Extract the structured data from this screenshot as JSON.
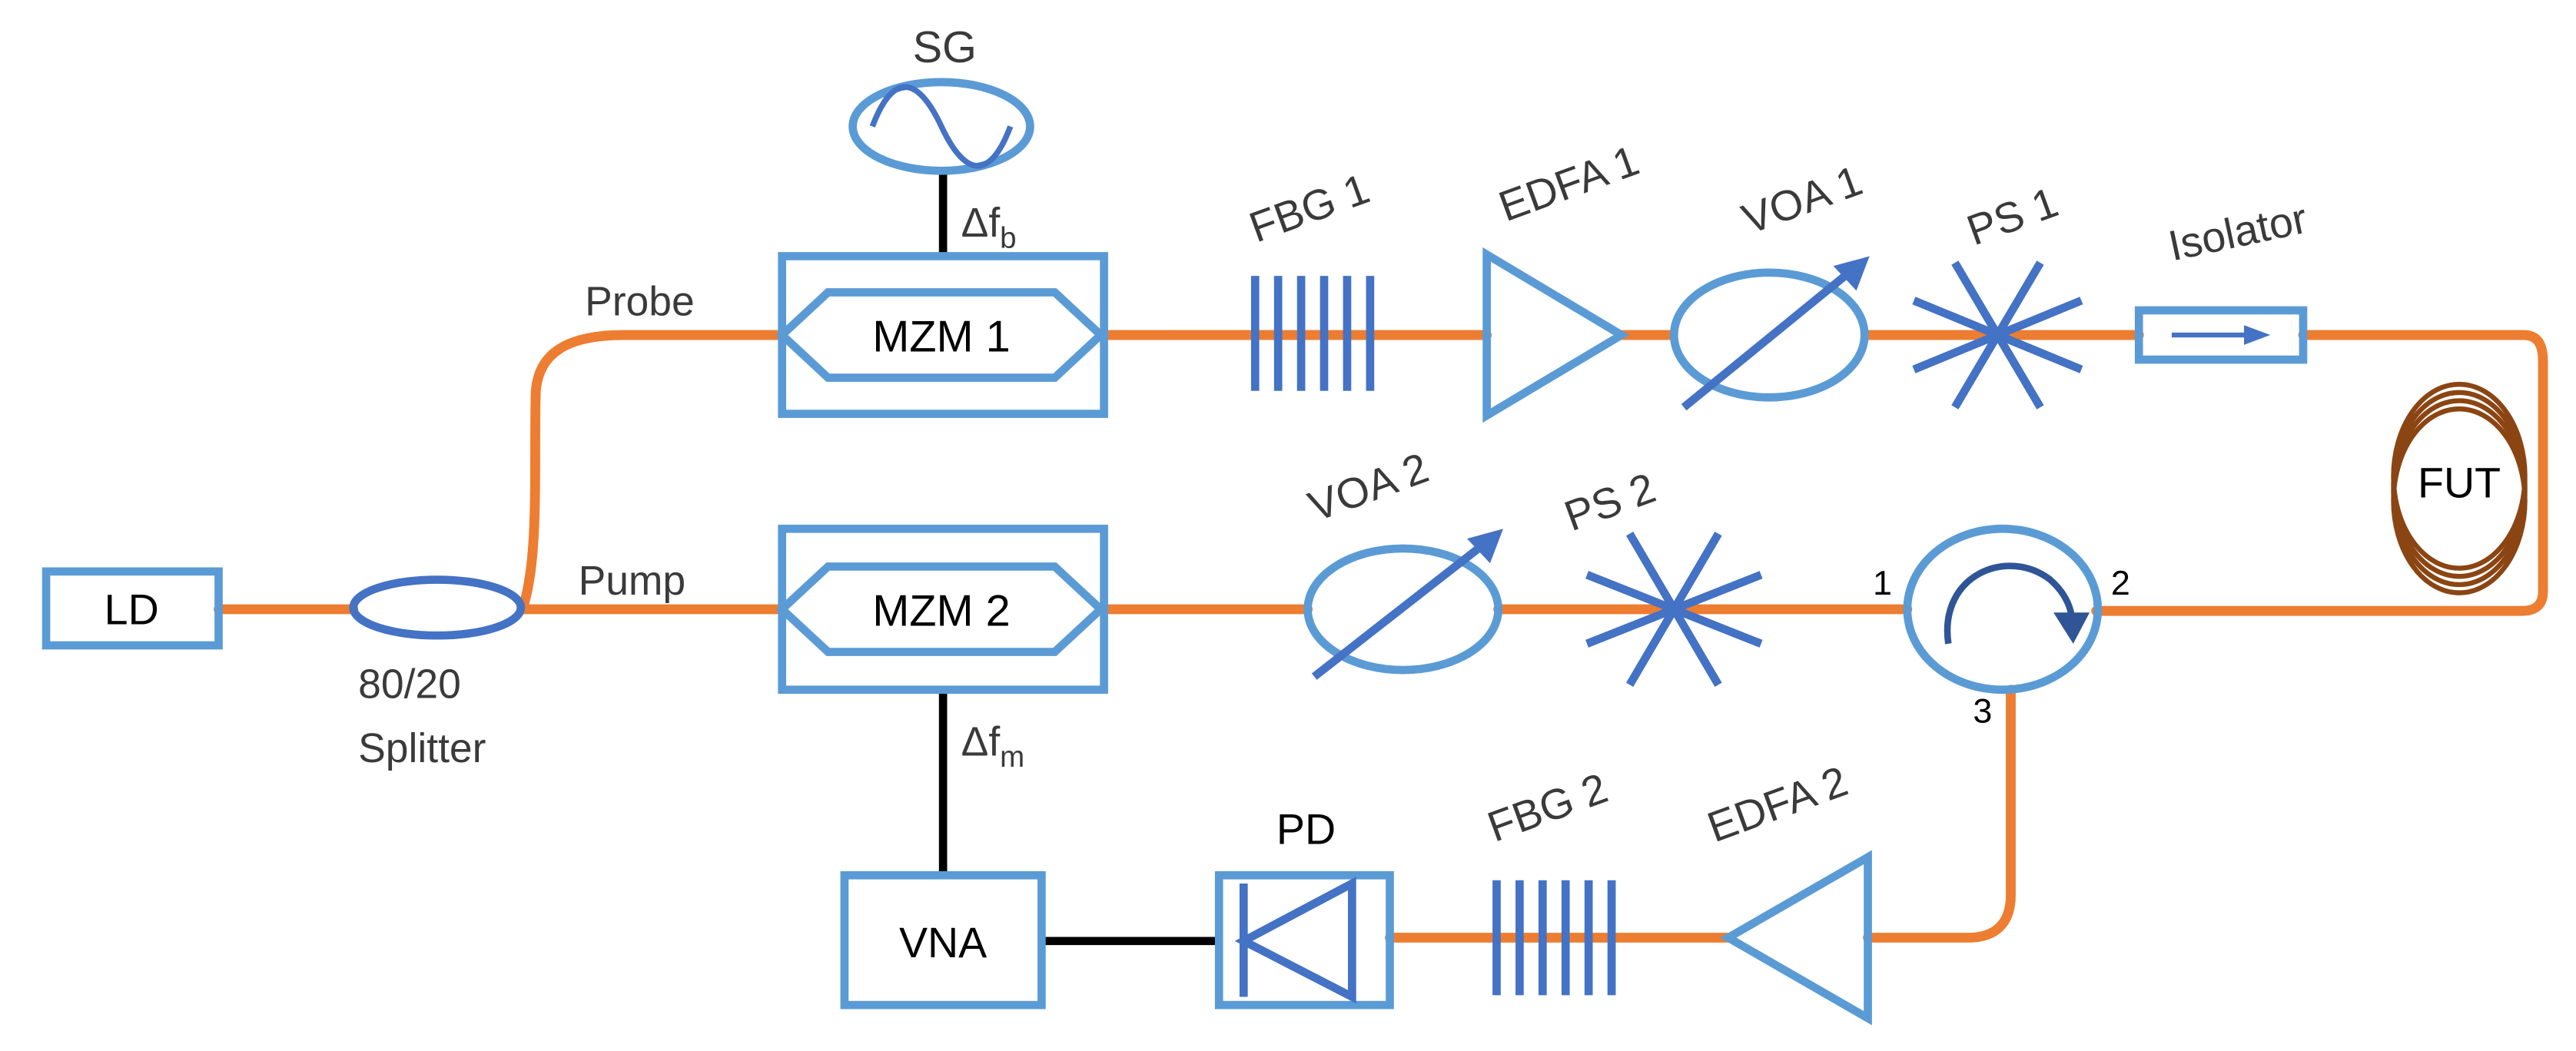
{
  "colors": {
    "fiber": "#ED7D31",
    "component_outline": "#5B9BD5",
    "component_detail": "#4472C4",
    "electrical_wire": "#000000",
    "fut_coil": "#8B4513"
  },
  "labels": {
    "sg": "SG",
    "delta_fb_main": "Δf",
    "delta_fb_sub": "b",
    "probe": "Probe",
    "pump": "Pump",
    "mzm1": "MZM 1",
    "mzm2": "MZM 2",
    "fbg1": "FBG 1",
    "edfa1": "EDFA 1",
    "voa1": "VOA 1",
    "ps1": "PS 1",
    "isolator": "Isolator",
    "fut": "FUT",
    "ld": "LD",
    "splitter_line1": "80/20",
    "splitter_line2": "Splitter",
    "voa2": "VOA 2",
    "ps2": "PS 2",
    "circ_port1": "1",
    "circ_port2": "2",
    "circ_port3": "3",
    "delta_fm_main": "Δf",
    "delta_fm_sub": "m",
    "vna": "VNA",
    "pd": "PD",
    "fbg2": "FBG 2",
    "edfa2": "EDFA 2"
  },
  "icons": {
    "signal_generator": "sine-wave-icon",
    "modulator": "mach-zehnder-modulator-icon",
    "grating": "fiber-bragg-grating-icon",
    "amplifier": "triangle-amplifier-icon",
    "attenuator": "variable-attenuator-icon",
    "scrambler": "polarization-scrambler-star-icon",
    "isolator": "isolator-arrow-icon",
    "circulator": "circulator-icon",
    "photodetector": "photodiode-icon",
    "fiber_spool": "fiber-coil-icon"
  }
}
